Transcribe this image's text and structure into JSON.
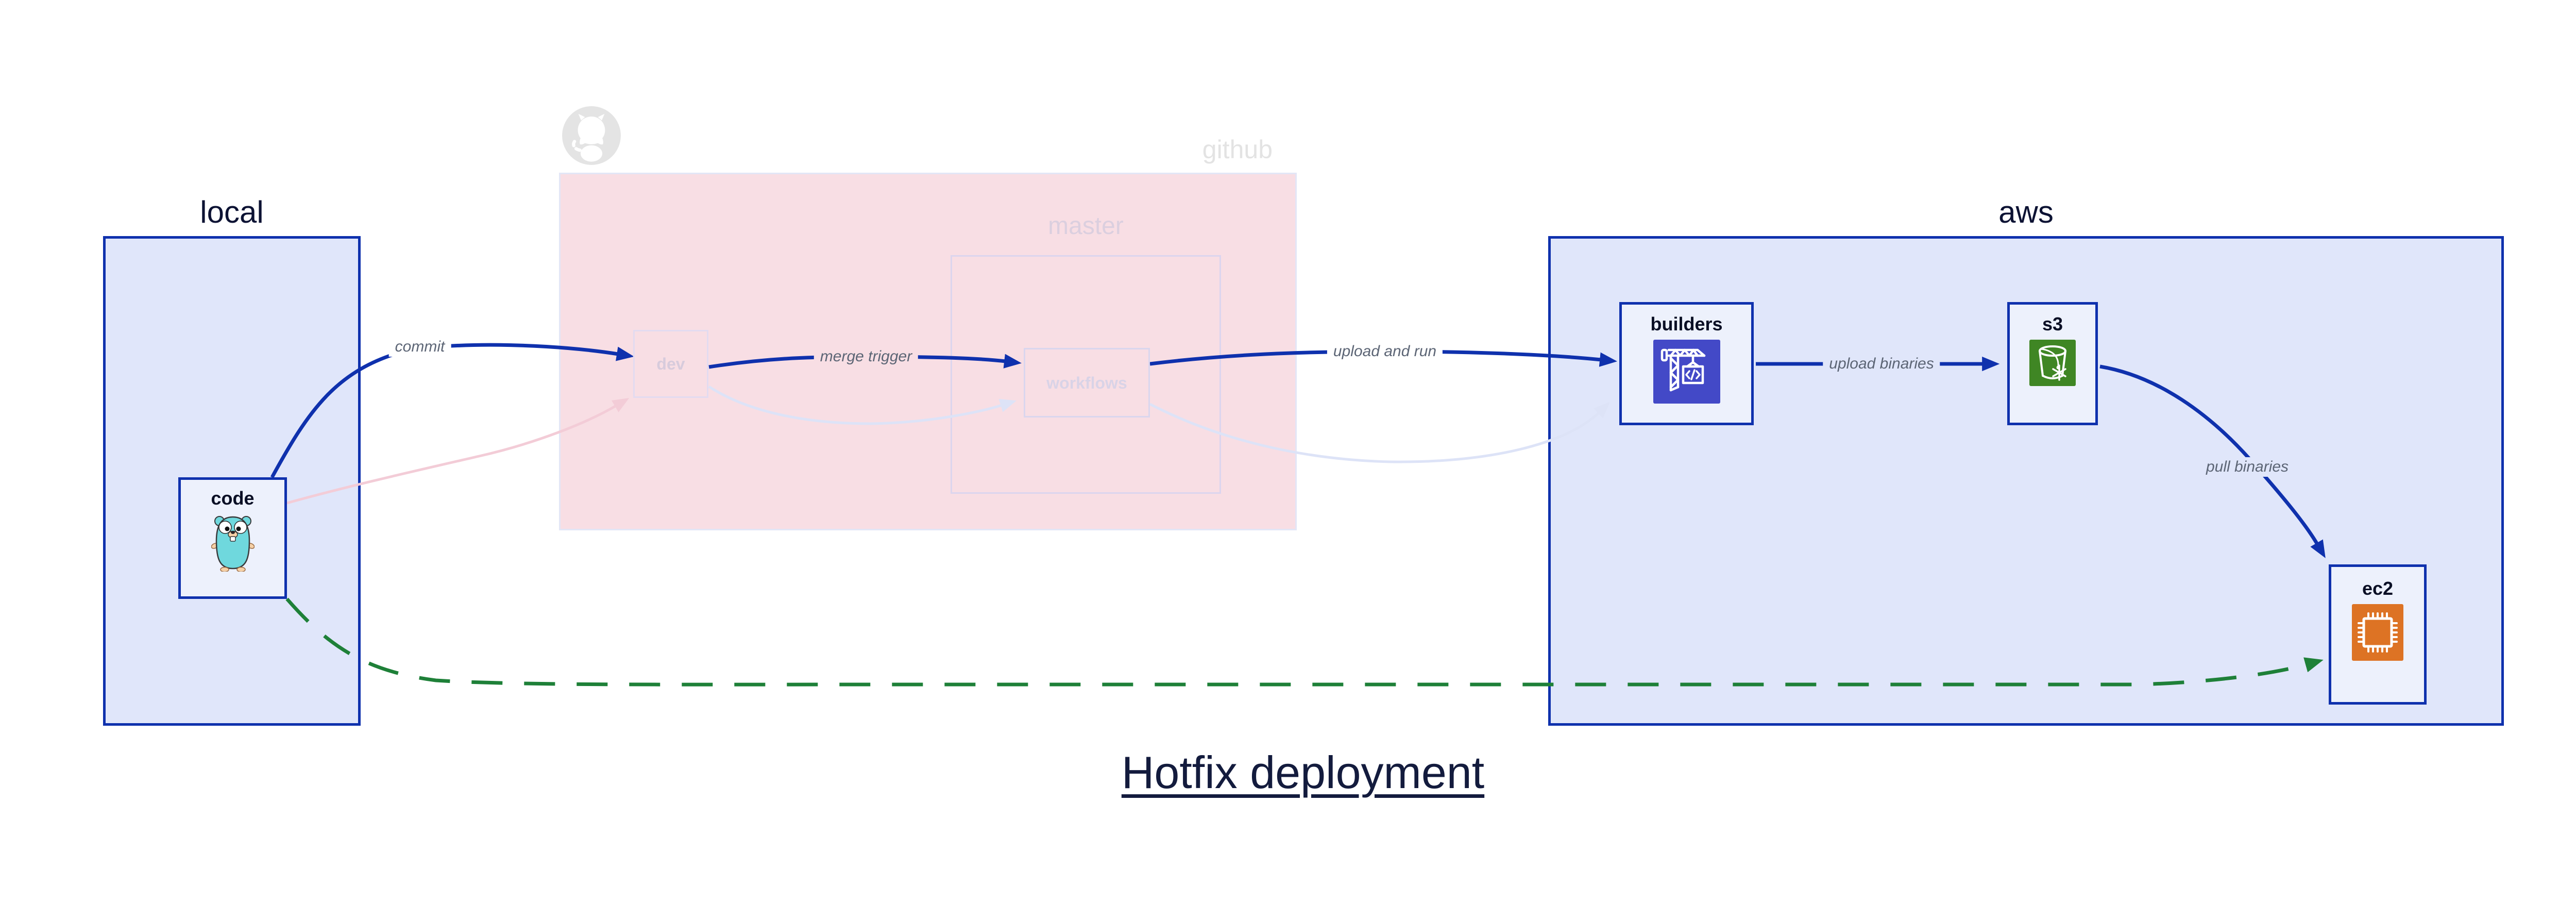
{
  "title": {
    "text": "Hotfix deployment"
  },
  "groups": {
    "local": {
      "label": "local"
    },
    "github": {
      "label": "github"
    },
    "master": {
      "label": "master"
    },
    "aws": {
      "label": "aws"
    }
  },
  "nodes": {
    "code": {
      "label": "code",
      "icon": "go-gopher-icon"
    },
    "dev": {
      "label": "dev"
    },
    "workflows": {
      "label": "workflows"
    },
    "builders": {
      "label": "builders",
      "icon": "codebuild-crane-icon"
    },
    "s3": {
      "label": "s3",
      "icon": "s3-glacier-bucket-icon"
    },
    "ec2": {
      "label": "ec2",
      "icon": "ec2-chip-icon"
    }
  },
  "edges": {
    "commit": {
      "label": "commit",
      "from": "code",
      "to": "dev",
      "style": "solid-blue"
    },
    "merge_trigger": {
      "label": "merge trigger",
      "from": "dev",
      "to": "workflows",
      "style": "solid-blue"
    },
    "upload_and_run": {
      "label": "upload and run",
      "from": "workflows",
      "to": "builders",
      "style": "solid-blue"
    },
    "upload_binaries": {
      "label": "upload binaries",
      "from": "builders",
      "to": "s3",
      "style": "solid-blue"
    },
    "pull_binaries": {
      "label": "pull binaries",
      "from": "s3",
      "to": "ec2",
      "style": "solid-blue"
    },
    "faded_code_dev": {
      "label": "",
      "from": "code",
      "to": "dev",
      "style": "faded-pink"
    },
    "faded_dev_workflows": {
      "label": "",
      "from": "dev",
      "to": "workflows",
      "style": "faded-lavender"
    },
    "faded_workflows_build": {
      "label": "",
      "from": "workflows",
      "to": "builders",
      "style": "faded-lavender"
    },
    "hotfix_code_ec2": {
      "label": "",
      "from": "code",
      "to": "ec2",
      "style": "green-dashed"
    }
  },
  "icons": {
    "github_logo": "github-octocat-icon"
  },
  "colors": {
    "edge_blue": "#0f31ad",
    "group_blue_fill": "#e0e6fa",
    "node_fill": "#edf1fc",
    "github_pink_fill": "#f8dee4",
    "faded_pink_edge": "#f3ccd7",
    "faded_lavender_edge": "#dde3f7",
    "hotfix_green": "#1e8038",
    "edge_label_gray": "#5c6575",
    "dark_text": "#0a0f25",
    "faded_text": "#d9d3e7",
    "github_gray": "#e3e3e3",
    "codebuild_indigo": "#4349c7",
    "s3_green": "#3f8624",
    "ec2_orange": "#dd7324",
    "gopher_teal": "#6fd8dd"
  }
}
